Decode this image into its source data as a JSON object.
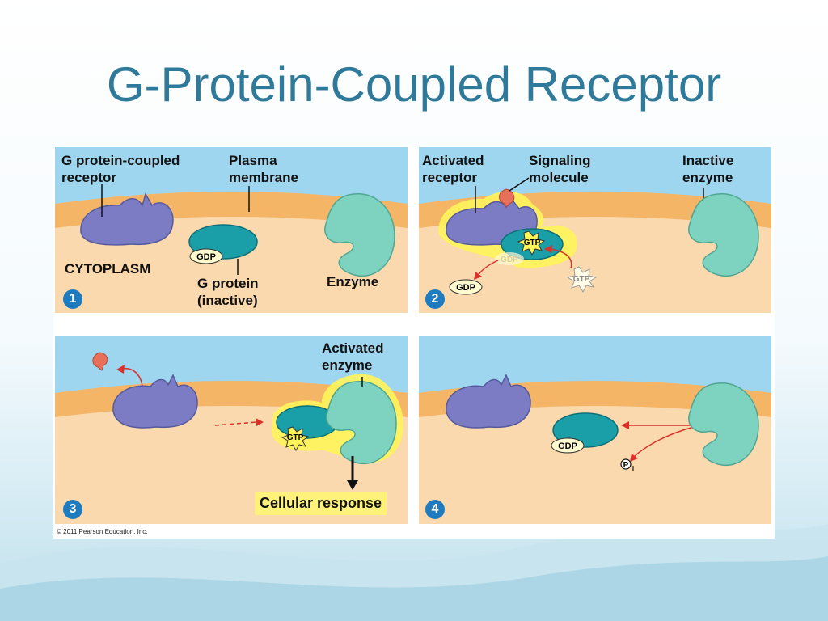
{
  "slide": {
    "title": "G-Protein-Coupled Receptor"
  },
  "figure": {
    "panel1": {
      "step": "1",
      "receptor_label": "G protein-coupled\nreceptor",
      "membrane_label": "Plasma\nmembrane",
      "cytoplasm_label": "CYTOPLASM",
      "gdp": "GDP",
      "gprotein_label": "G protein\n(inactive)",
      "enzyme_label": "Enzyme"
    },
    "panel2": {
      "step": "2",
      "activated_receptor_label": "Activated\nreceptor",
      "signaling_label": "Signaling\nmolecule",
      "inactive_enzyme_label": "Inactive\nenzyme",
      "gtp_bound": "GTP",
      "gdp_leaving": "GDP",
      "gdp_faded": "GDP",
      "gtp_incoming": "GTP"
    },
    "panel3": {
      "step": "3",
      "activated_enzyme_label": "Activated\nenzyme",
      "gtp": "GTP",
      "response_label": "Cellular response"
    },
    "panel4": {
      "step": "4",
      "gdp": "GDP",
      "phosphate": "P",
      "phosphate_sub": "i"
    },
    "copyright": "© 2011 Pearson Education, Inc."
  },
  "colors": {
    "title": "#2f7a9b",
    "sky": "#9fd6ef",
    "membrane": "#f4b566",
    "cytoplasm": "#fbd9ae",
    "receptor": "#7b7cc4",
    "gprotein": "#1a9ea8",
    "enzyme": "#7dd3bf",
    "highlight": "#fff45a",
    "signal": "#e8705a",
    "arrow": "#d9302a",
    "step": "#1f7bbf"
  }
}
